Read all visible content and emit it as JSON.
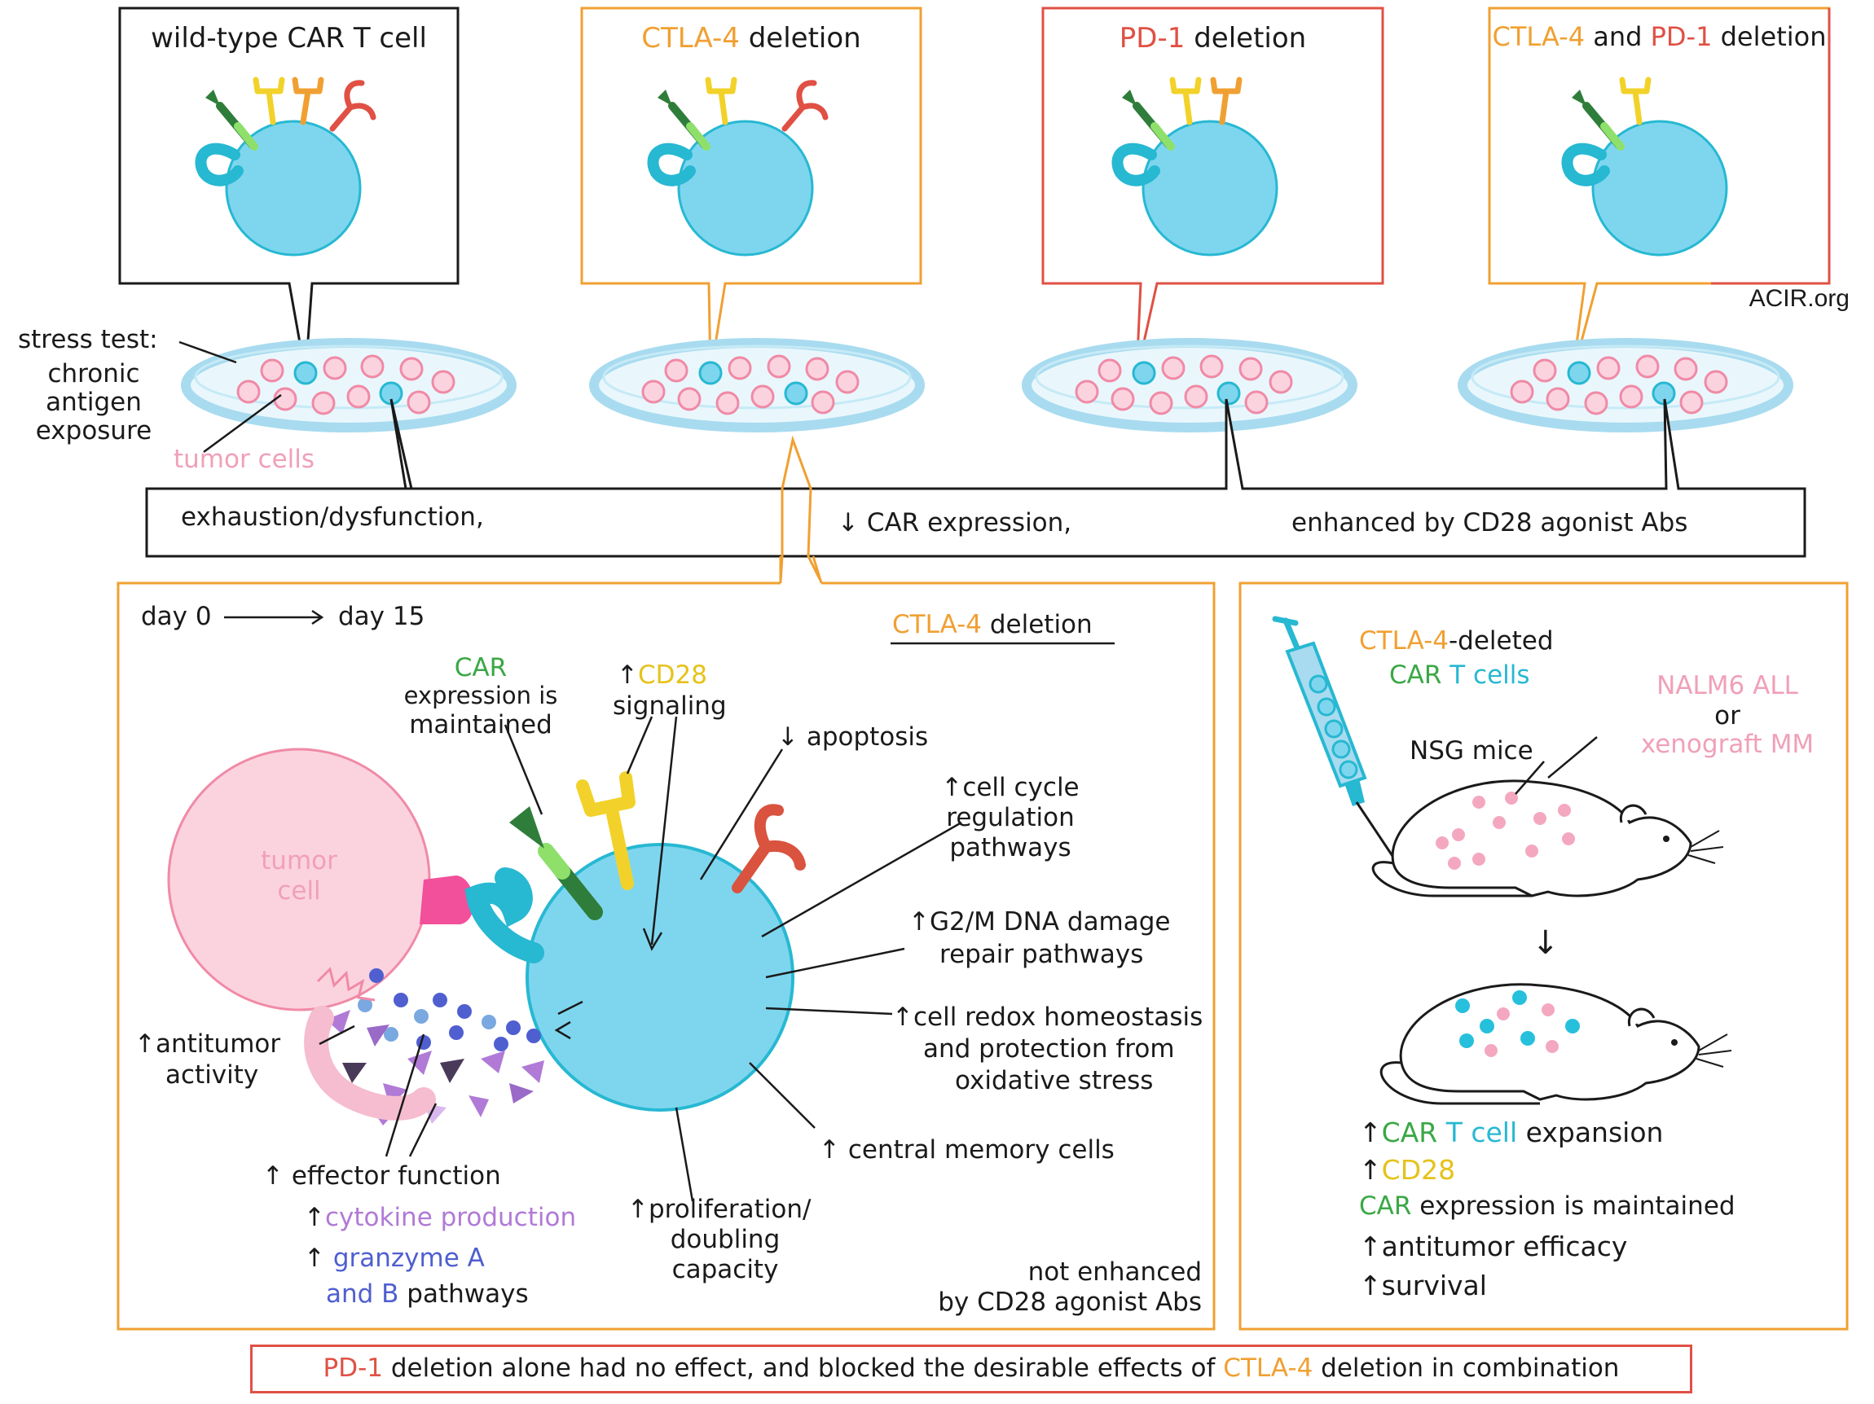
{
  "colors": {
    "ink": "#1a1a1a",
    "orange": "#f0a032",
    "red": "#e05044",
    "green": "#3aa845",
    "cyan": "#27b8d2",
    "cell": "#7ed6ee",
    "yellow": "#e6c21a",
    "pink": "#f0a0b8",
    "purple": "#b07ad6",
    "blue": "#4f5fd0"
  },
  "top_panels": [
    {
      "title_parts": [
        "",
        "",
        "wild-type CAR T cell"
      ]
    },
    {
      "title_parts": [
        "CTLA-4",
        "",
        " deletion"
      ]
    },
    {
      "title_parts": [
        "",
        "PD-1",
        " deletion"
      ]
    },
    {
      "title_parts": [
        "CTLA-4",
        " and ",
        "PD-1",
        " deletion"
      ]
    }
  ],
  "credit": "ACIR.org",
  "stress": {
    "label_1": "stress test:",
    "label_2": "chronic",
    "label_3": "antigen",
    "label_4": "exposure",
    "tumor_label": "tumor cells"
  },
  "summary_bar": {
    "text_1": "exhaustion/dysfunction,",
    "text_2": "↓ CAR expression,",
    "text_3": "enhanced by CD28 agonist Abs"
  },
  "detail": {
    "timeline_start": "day 0",
    "timeline_end": "day 15",
    "title_red": "CTLA-4",
    "title_rest": " deletion",
    "tumor_cell_1": "tumor",
    "tumor_cell_2": "cell",
    "car_1": "CAR",
    "car_2": "expression is",
    "car_3": "maintained",
    "cd28_arrow": "↑",
    "cd28": "CD28",
    "cd28_2": "signaling",
    "apoptosis": "↓ apoptosis",
    "cell_cycle_1": "↑cell cycle",
    "cell_cycle_2": "regulation",
    "cell_cycle_3": "pathways",
    "g2m_1": "↑G2/M  DNA damage",
    "g2m_2": "repair pathways",
    "redox_1": "↑cell redox homeostasis",
    "redox_2": "and protection from",
    "redox_3": "oxidative stress",
    "memory": "↑ central  memory cells",
    "prolif_1": "↑proliferation/",
    "prolif_2": "doubling",
    "prolif_3": "capacity",
    "antitumor_1": "↑antitumor",
    "antitumor_2": "activity",
    "effector": "↑ effector  function",
    "cytokine_arrow": "↑",
    "cytokine": "cytokine  production",
    "granzyme_arrow": "↑",
    "granzyme_1": "granzyme A",
    "granzyme_2": "and B",
    "granzyme_3": " pathways",
    "not_enhanced_1": "not  enhanced",
    "not_enhanced_2": "by  CD28 agonist Abs"
  },
  "mouse_panel": {
    "deleted_a": "CTLA-4",
    "deleted_b": "-deleted",
    "cells_a": "CAR",
    "cells_b": "T cells",
    "nalm6": "NALM6 ALL",
    "or": "or",
    "xeno": "xenograft  MM",
    "nsg": "NSG mice",
    "down_arrow": "↓",
    "r1_arrow": "↑",
    "r1_car": "CAR",
    "r1_t": "T cell",
    "r1_rest": " expansion",
    "r2_arrow": "↑",
    "r2": "CD28",
    "r3_car": "CAR",
    "r3_rest": " expression is maintained",
    "r4": "↑antitumor efficacy",
    "r5": "↑survival"
  },
  "footer": {
    "pd1": "PD-1",
    "mid": " deletion alone had no effect, and blocked the desirable effects of ",
    "ctla4": "CTLA-4",
    "end": " deletion in combination"
  }
}
